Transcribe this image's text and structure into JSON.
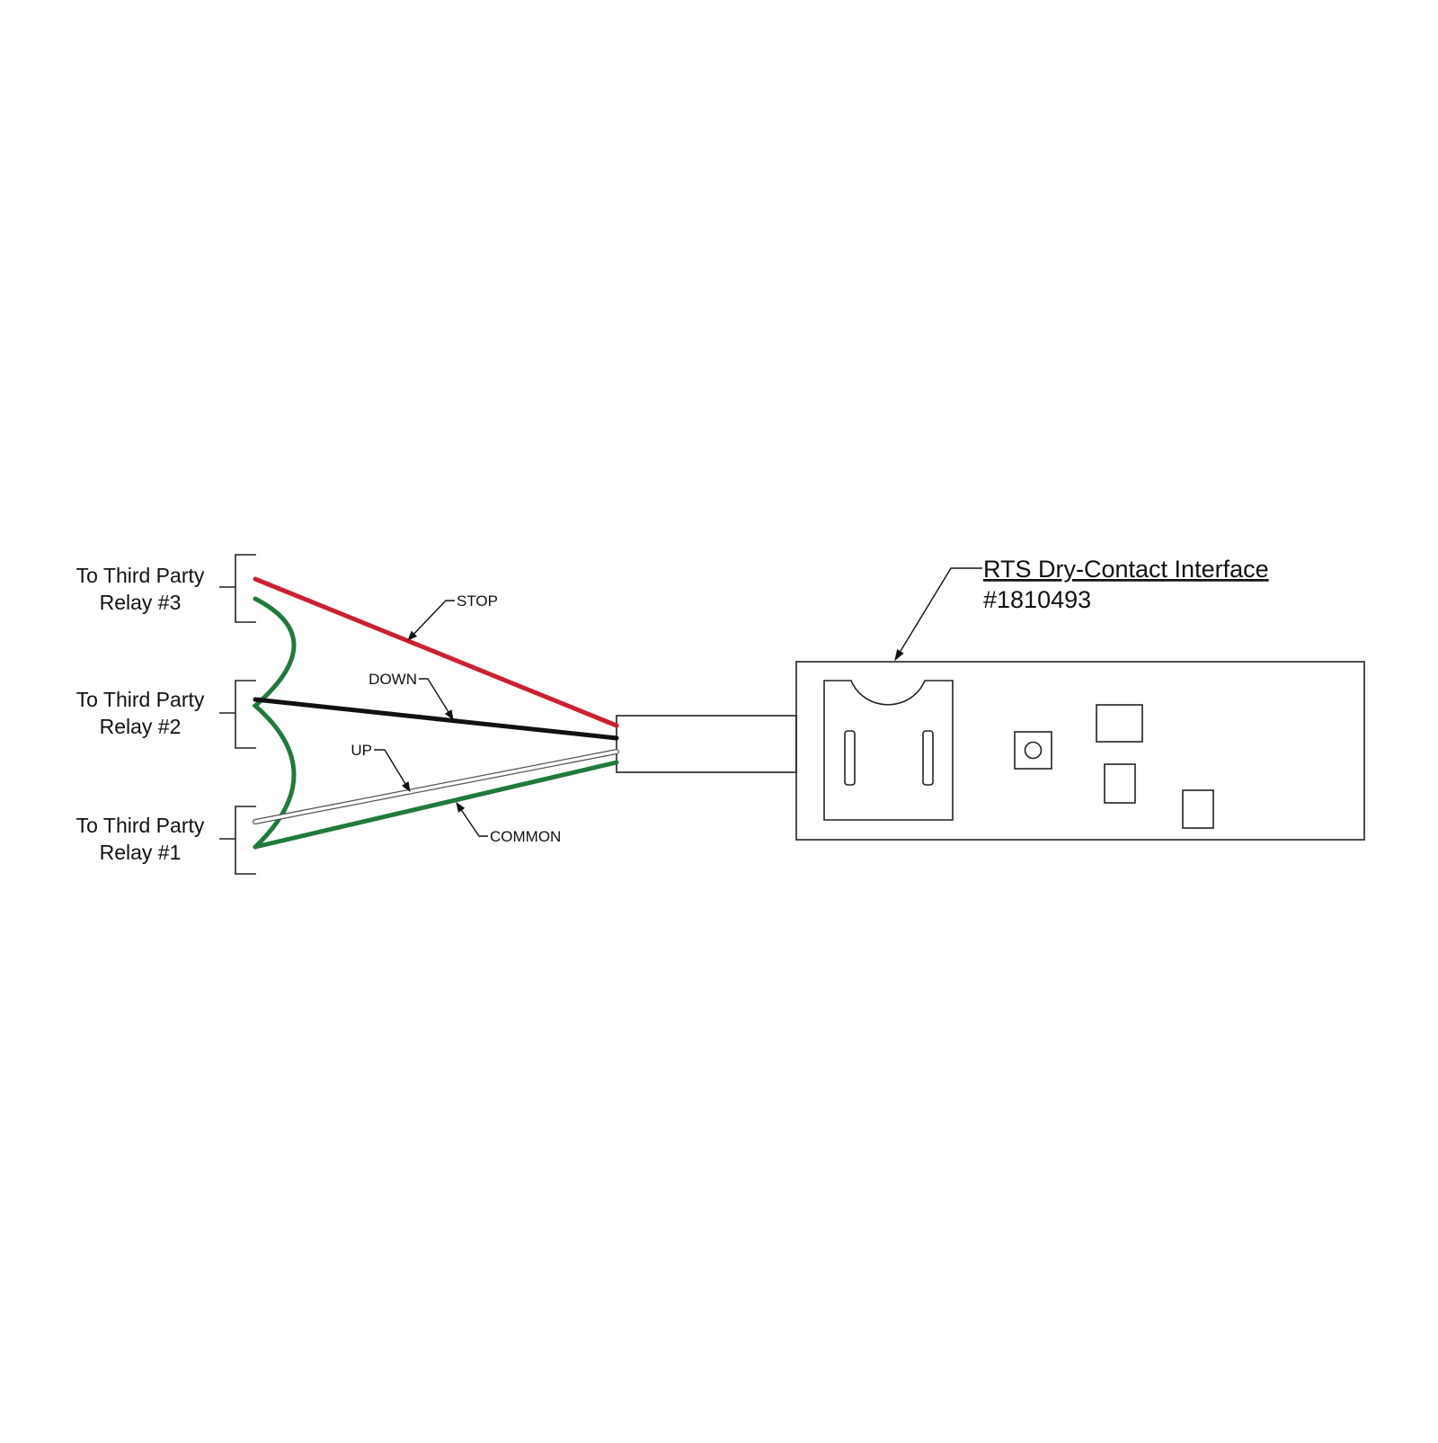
{
  "device": {
    "title": "RTS Dry-Contact Interface",
    "part_number": "#1810493"
  },
  "relays": [
    {
      "line1": "To Third Party",
      "line2": "Relay #3"
    },
    {
      "line1": "To Third Party",
      "line2": "Relay #2"
    },
    {
      "line1": "To Third Party",
      "line2": "Relay #1"
    }
  ],
  "wires": {
    "stop": {
      "label": "STOP",
      "color": "#cc2030"
    },
    "down": {
      "label": "DOWN",
      "color": "#111111"
    },
    "up": {
      "label": "UP",
      "color": "#ffffff"
    },
    "common": {
      "label": "COMMON",
      "color": "#1f7a3c"
    }
  }
}
